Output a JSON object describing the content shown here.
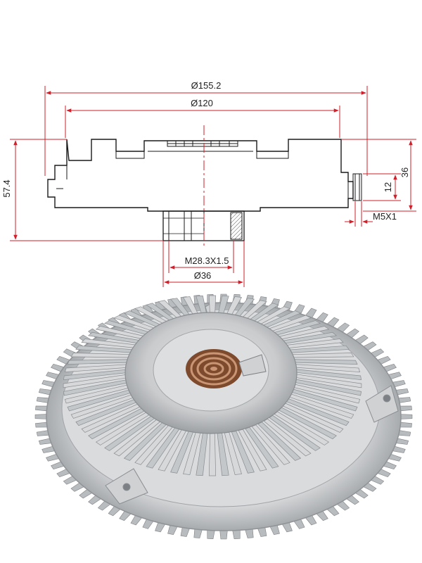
{
  "drawing": {
    "dim_overall_diameter": "Ø155.2",
    "dim_flange_diameter": "Ø120",
    "dim_total_height": "57.4",
    "dim_body_height": "36",
    "dim_bolt_height": "12",
    "dim_bolt_thread": "M5X1",
    "dim_shaft_thread": "M28.3X1.5",
    "dim_shaft_diameter": "Ø36"
  },
  "colors": {
    "dimension_line": "#d21f2a",
    "outline": "#1a1a1a",
    "centerline": "#d21f2a",
    "hatch": "#555555",
    "fin_metal": "#c4c7ca",
    "fin_shadow": "#8a8d91",
    "spring_copper": "#9a5e3c"
  },
  "photo": {
    "subject": "viscous-fan-clutch",
    "fin_count": 72,
    "outer_tooth_count": 88
  }
}
